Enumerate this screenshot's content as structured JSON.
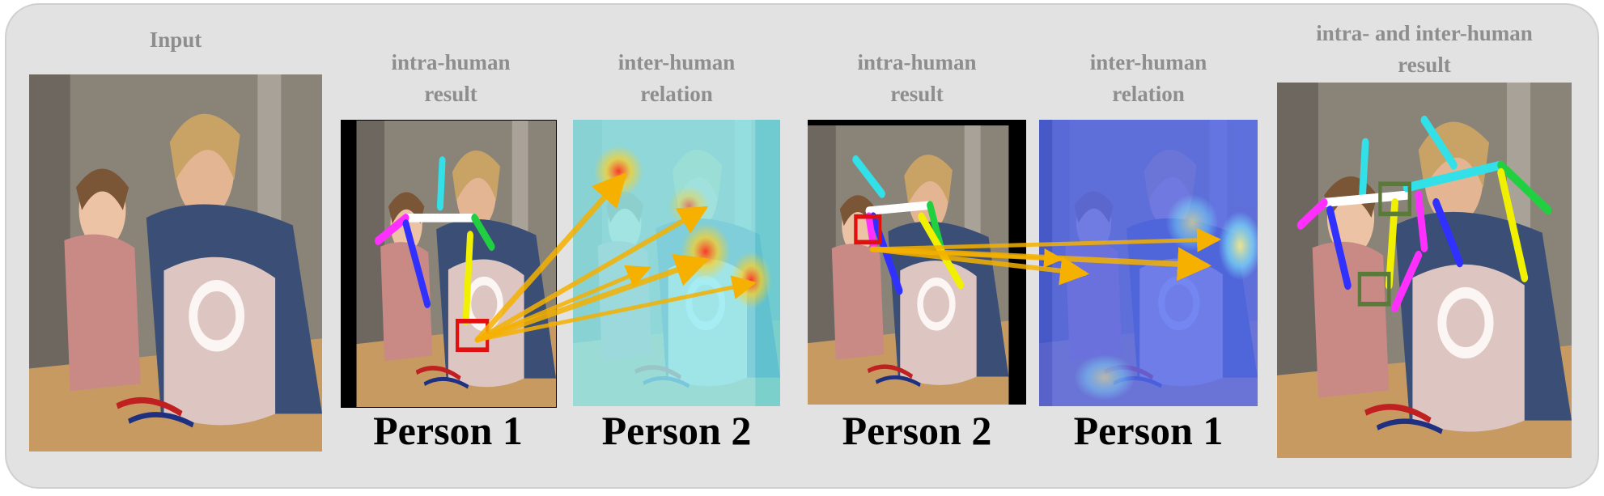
{
  "headers": {
    "input": "Input",
    "intra1": [
      "intra-human",
      "result"
    ],
    "inter1": [
      "inter-human",
      "relation"
    ],
    "intra2": [
      "intra-human",
      "result"
    ],
    "inter2": [
      "inter-human",
      "relation"
    ],
    "final": [
      "intra- and inter-human",
      "result"
    ]
  },
  "person_labels": {
    "p1_intra": "Person 1",
    "p2_inter": "Person 2",
    "p2_intra": "Person 2",
    "p1_inter": "Person 1"
  },
  "colors": {
    "background": "#e2e2e2",
    "header_text": "#8e8e8e",
    "query_box": "#e01010",
    "final_box": "#5a7a3a",
    "arrow": "#f5b000"
  },
  "icons": [
    "photo-input",
    "heatmap-person2",
    "heatmap-person1",
    "skeleton-overlay"
  ]
}
